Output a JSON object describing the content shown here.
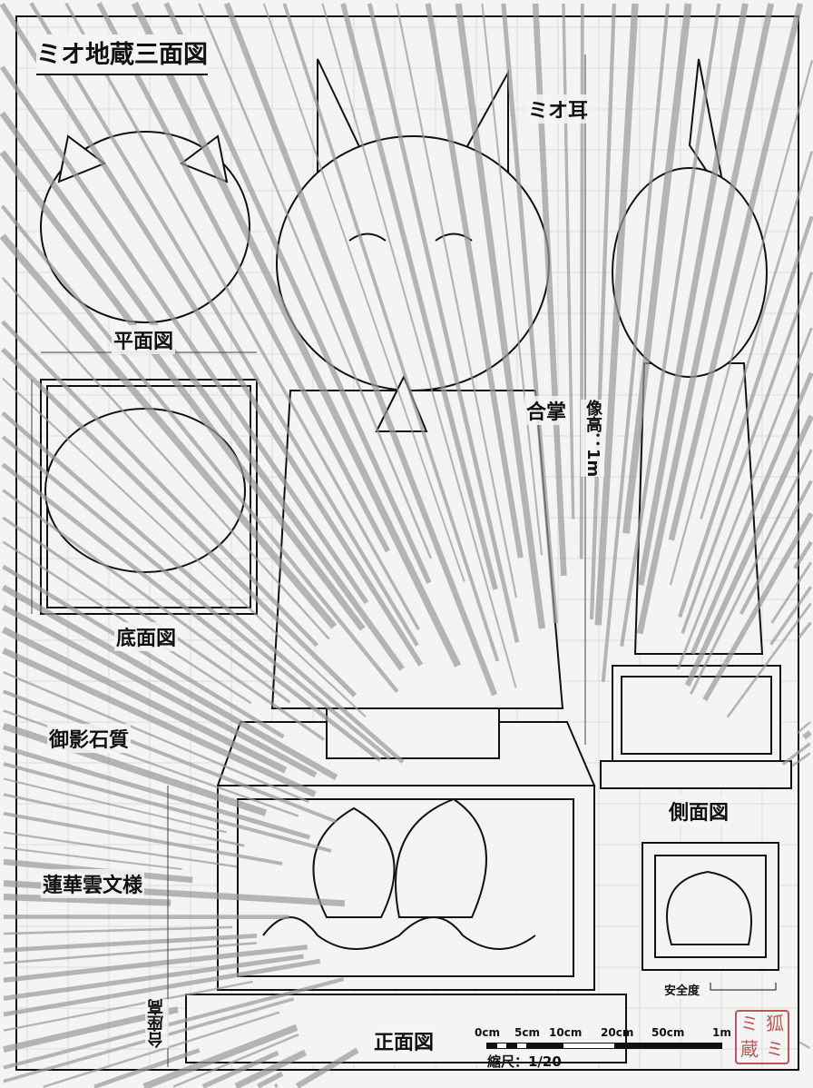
{
  "title": "ミオ地蔵三面図",
  "labels": {
    "ears": "ミオ耳",
    "palms": "合掌",
    "height": "像高：1m",
    "top_view": "平面図",
    "bottom_view": "底面図",
    "material": "御影石質",
    "pattern": "蓮華雲文様",
    "pedestal_height": "台座高",
    "front_view": "正面図",
    "side_view": "側面図",
    "safety": "安全度"
  },
  "scale_bar": {
    "ticks": [
      "0cm",
      "5cm",
      "10cm",
      "20cm",
      "50cm",
      "1m"
    ],
    "ratio": "縮尺：1/20"
  },
  "stamp": [
    "狐",
    "ミ",
    "ミ",
    "蔵"
  ],
  "colors": {
    "background": "#f4f4f4",
    "line": "#111111",
    "speed_lines": "#999999",
    "stamp": "#b53a3a"
  }
}
